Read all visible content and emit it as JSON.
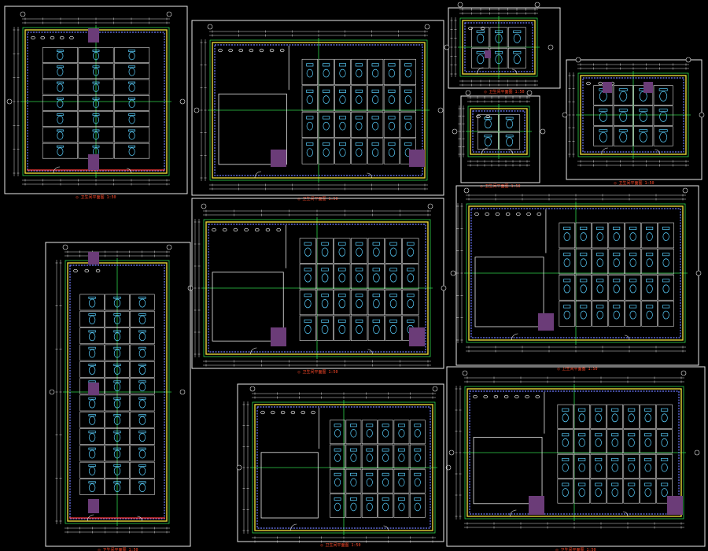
{
  "window": {
    "background": "#000000"
  },
  "palette": {
    "sheet_border": "#e8e8e8",
    "grid_line": "#2fd24a",
    "wall_yellow": "#e6d43a",
    "wall_blue": "#6f7cff",
    "fixture_cyan": "#5ad0ff",
    "shaft_purple": "#6b3c78",
    "title_red": "#ff4a2a"
  },
  "icons": [
    "toilet-bowl-icon",
    "washbasin-icon",
    "door-swing-icon",
    "grid-bubble-icon",
    "shaft-block-icon"
  ],
  "drawings": [
    {
      "id": "plan-a",
      "title": "卫生间平面图 1:50"
    },
    {
      "id": "plan-b",
      "title": "卫生间平面图 1:50"
    },
    {
      "id": "plan-c",
      "title": "卫生间平面图 1:50"
    },
    {
      "id": "plan-d",
      "title": "卫生间平面图 1:50"
    },
    {
      "id": "plan-e",
      "title": "卫生间平面图 1:50"
    },
    {
      "id": "plan-f",
      "title": "卫生间平面图 1:50"
    },
    {
      "id": "plan-g",
      "title": "卫生间平面图 1:50"
    },
    {
      "id": "plan-h",
      "title": "卫生间平面图 1:50"
    },
    {
      "id": "plan-i",
      "title": "卫生间平面图 1:50"
    },
    {
      "id": "plan-j",
      "title": "卫生间平面图 1:50"
    },
    {
      "id": "plan-k",
      "title": "卫生间平面图 1:50"
    }
  ]
}
